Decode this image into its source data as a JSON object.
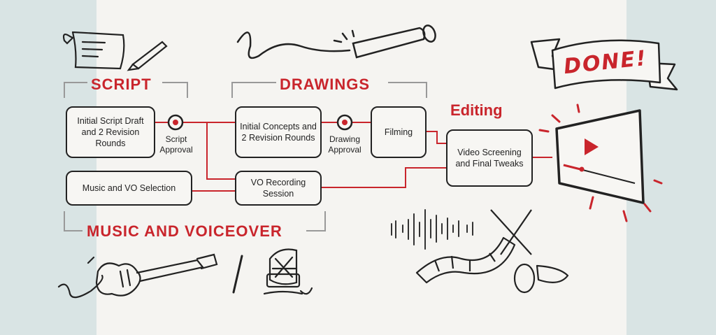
{
  "sections": {
    "script": "SCRIPT",
    "drawings": "DRAWINGS",
    "editing": "Editing",
    "music": "MUSIC AND VOICEOVER",
    "done": "DONE!"
  },
  "boxes": {
    "script_draft": "Initial Script Draft and 2 Revision Rounds",
    "concepts": "Initial Concepts and 2 Revision Rounds",
    "filming": "Filming",
    "video_screening": "Video Screening and Final Tweaks",
    "music_vo": "Music and VO Selection",
    "vo_recording": "VO Recording Session"
  },
  "milestones": {
    "script_approval": "Script Approval",
    "drawing_approval": "Drawing Approval"
  },
  "colors": {
    "accent": "#c9252c",
    "ink": "#222222",
    "panel": "#f5f4f1",
    "side": "#d9e4e4"
  },
  "icons": [
    "scroll-pen-icon",
    "marker-scribble-icon",
    "done-banner-icon",
    "video-player-icon",
    "guitar-icon",
    "microphone-icon",
    "audio-wave-icon",
    "scissors-film-icon"
  ]
}
